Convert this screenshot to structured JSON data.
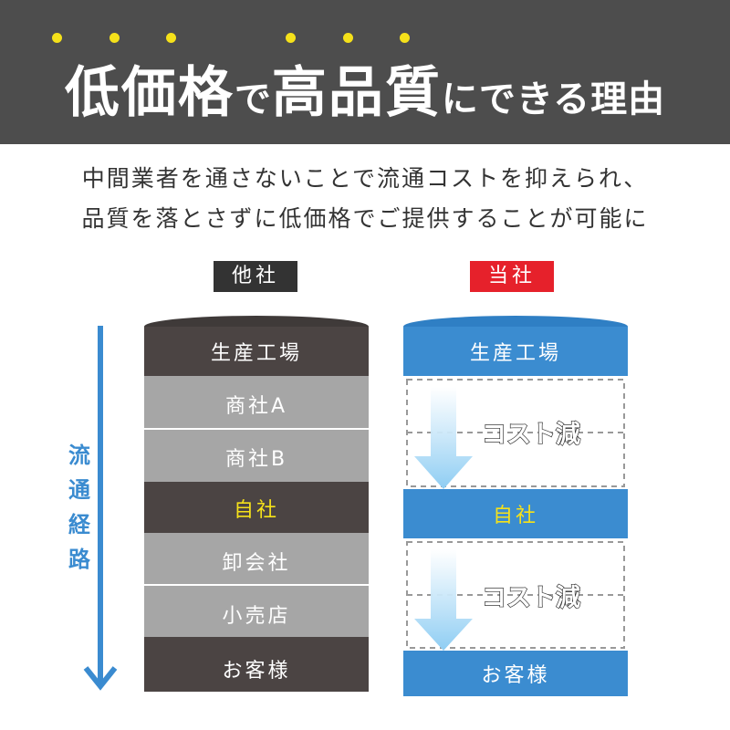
{
  "title": {
    "part1": "低価格",
    "part2": "で",
    "part3": "高品質",
    "part4": "にできる理由"
  },
  "subtitle": {
    "line1": "中間業者を通さないことで流通コストを抑えられ、",
    "line2": "品質を落とさずに低価格でご提供することが可能に"
  },
  "flow_label": [
    "流",
    "通",
    "経",
    "路"
  ],
  "other_company": {
    "label": "他社",
    "stages": [
      "生産工場",
      "商社A",
      "商社B",
      "自社",
      "卸会社",
      "小売店",
      "お客様"
    ]
  },
  "our_company": {
    "label": "当社",
    "stages": [
      "生産工場",
      "自社",
      "お客様"
    ],
    "cost_reduction_label": "コスト減"
  },
  "colors": {
    "header_bg": "#4d4d4d",
    "accent_yellow": "#f5e11a",
    "other_badge": "#333333",
    "our_badge": "#e6212b",
    "dark_band": "#4b4443",
    "gray_band": "#a6a6a6",
    "blue_band": "#3b8cd0"
  }
}
